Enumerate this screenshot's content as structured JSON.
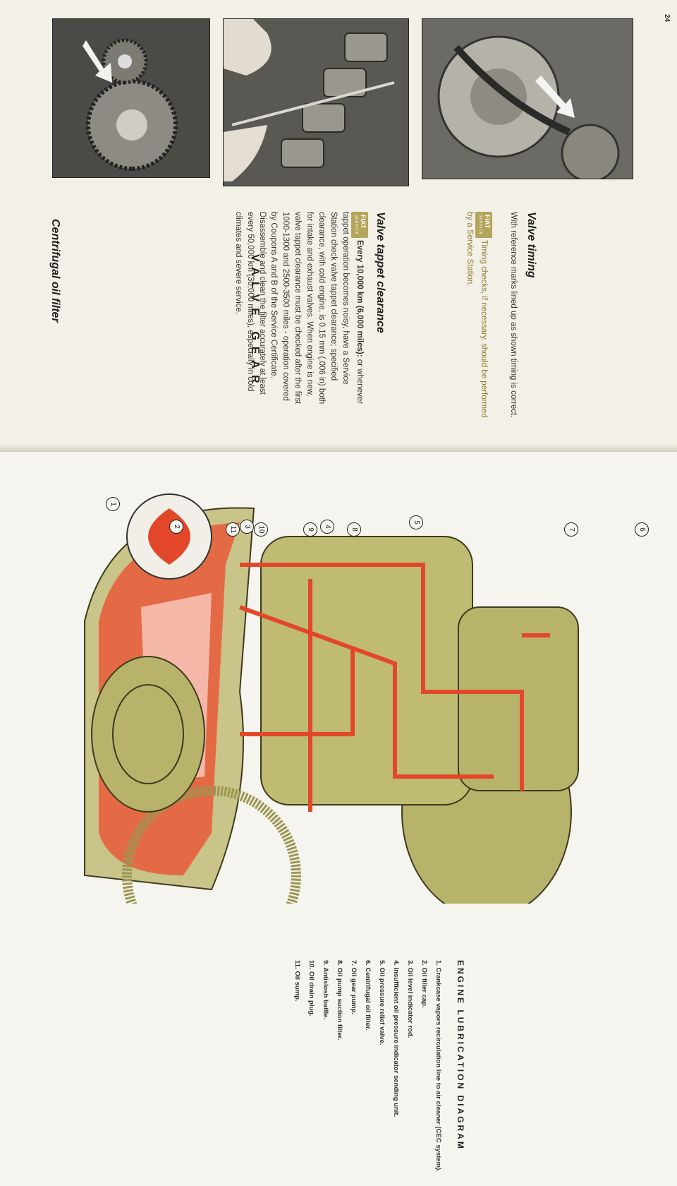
{
  "page_number": "24",
  "centrifugal_filter": {
    "title": "Centrifugal oil filter",
    "body": "Disassemble and clean the filter accurately at least every 50,000 km (30,000 miles), especially in cold climates and severe service."
  },
  "valve_gear_heading": "VALVE GEAR",
  "tappet": {
    "title": "Valve tappet clearance",
    "lead": "Every 10,000 km (6,000 miles):",
    "body": "or whenever tappet operation becomes noisy, have a Service Station check valve tappet clearance; specified clearance, with cold engine, is 0.15 mm (.006 in) both for intake and exhaust valves. When engine is new, valve tappet clearance must be checked after the first 1000-1300 and 2500-3500 miles - operation covered by Coupons A and B of the Service Certificate."
  },
  "timing": {
    "title": "Valve timing",
    "body": "With reference marks lined up as shown timing is correct.",
    "note": "Timing checks, if necessary, should be performed by a Service Station."
  },
  "fiat_badge": {
    "brand": "FIAT",
    "sub": "SERVICE"
  },
  "diagram": {
    "title": "ENGINE LUBRICATION DIAGRAM",
    "callouts": [
      "1",
      "2",
      "3",
      "4",
      "5",
      "6",
      "7",
      "8",
      "9",
      "10",
      "11"
    ],
    "legend": [
      "1. Crankcase vapors recirculation line to air cleaner (CEC system).",
      "2. Oil filler cap.",
      "3. Oil level indicator rod.",
      "4. Insufficient oil pressure indicator sending unit.",
      "5. Oil pressure relief valve.",
      "6. Centrifugal oil filter.",
      "7. Oil gear pump.",
      "8. Oil pump suction filter.",
      "9. Antislosh baffle.",
      "10. Oil drain plug.",
      "11. Oil sump."
    ]
  },
  "colors": {
    "engine_olive": "#b8b36a",
    "oil_red": "#e3472a",
    "page_paper": "#f3f0e7"
  }
}
